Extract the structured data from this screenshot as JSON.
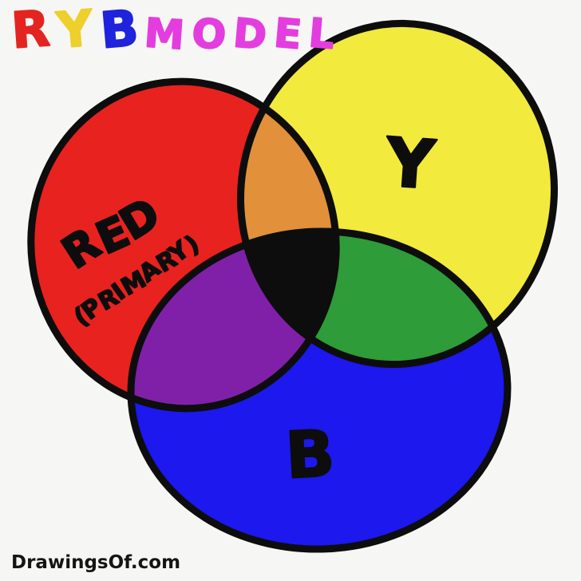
{
  "title": {
    "ryb": [
      {
        "char": "R",
        "color": "#e42420"
      },
      {
        "char": "Y",
        "color": "#eecf2b"
      },
      {
        "char": "B",
        "color": "#2023dc"
      }
    ],
    "model": [
      {
        "char": "M",
        "color": "#e43ddf"
      },
      {
        "char": "O",
        "color": "#e43ddf"
      },
      {
        "char": "D",
        "color": "#e43ddf"
      },
      {
        "char": "E",
        "color": "#e43ddf"
      },
      {
        "char": "L",
        "color": "#e43ddf"
      }
    ]
  },
  "diagram": {
    "red_circle": {
      "label": "RED",
      "sublabel": "(PRIMARY)",
      "color": "#e8221e"
    },
    "yellow_circle": {
      "label": "Y",
      "color": "#f2ea3d"
    },
    "blue_circle": {
      "label": "B",
      "color": "#1c18ee"
    },
    "overlaps": {
      "red_yellow": "#e2903a",
      "red_blue": "#8020a8",
      "yellow_blue": "#2e9c38",
      "red_yellow_blue": "#0d0d0d"
    }
  },
  "colors": {
    "background": "#f6f6f4",
    "outline": "#0d0d0d",
    "ink": "#0d0d0d",
    "watermark_ink": "#151515"
  },
  "watermark": {
    "text": "DrawingsOf.com"
  }
}
